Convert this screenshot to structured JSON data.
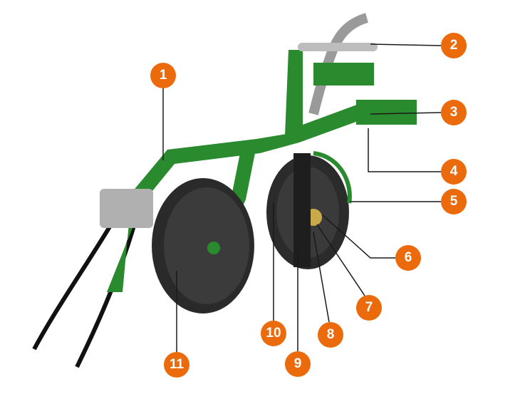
{
  "colors": {
    "callout": "#ea6a0c",
    "frame": "#2a8a2e",
    "wheel": "#2a2a2a",
    "line": "#1a1a1a"
  },
  "callouts": [
    {
      "label": "1"
    },
    {
      "label": "2"
    },
    {
      "label": "3"
    },
    {
      "label": "4"
    },
    {
      "label": "5"
    },
    {
      "label": "6"
    },
    {
      "label": "7"
    },
    {
      "label": "8"
    },
    {
      "label": "9"
    },
    {
      "label": "10"
    },
    {
      "label": "11"
    }
  ]
}
